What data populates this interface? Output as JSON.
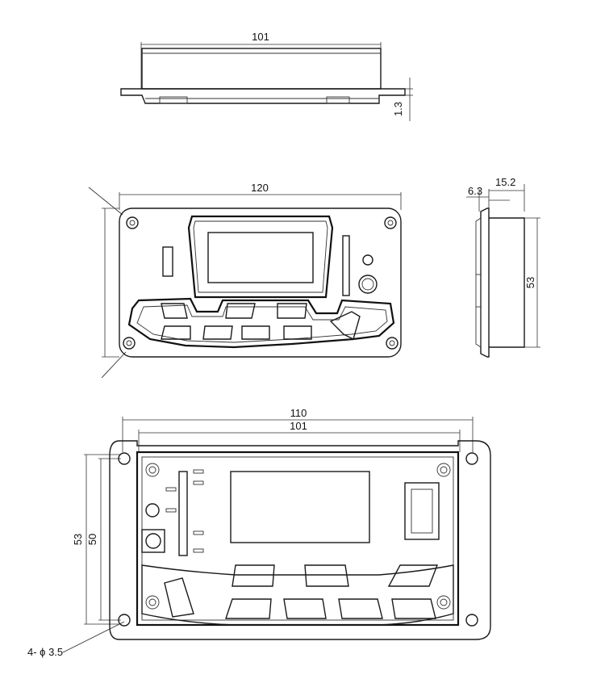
{
  "dimensions": {
    "top_width": "101",
    "top_thickness": "1.3",
    "front_width": "120",
    "side_depth_a": "6.3",
    "side_depth_b": "15.2",
    "side_height": "53",
    "back_outer_width": "110",
    "back_inner_width": "101",
    "back_outer_height": "53",
    "back_inner_height": "50",
    "holes": "4- ϕ 3.5"
  }
}
